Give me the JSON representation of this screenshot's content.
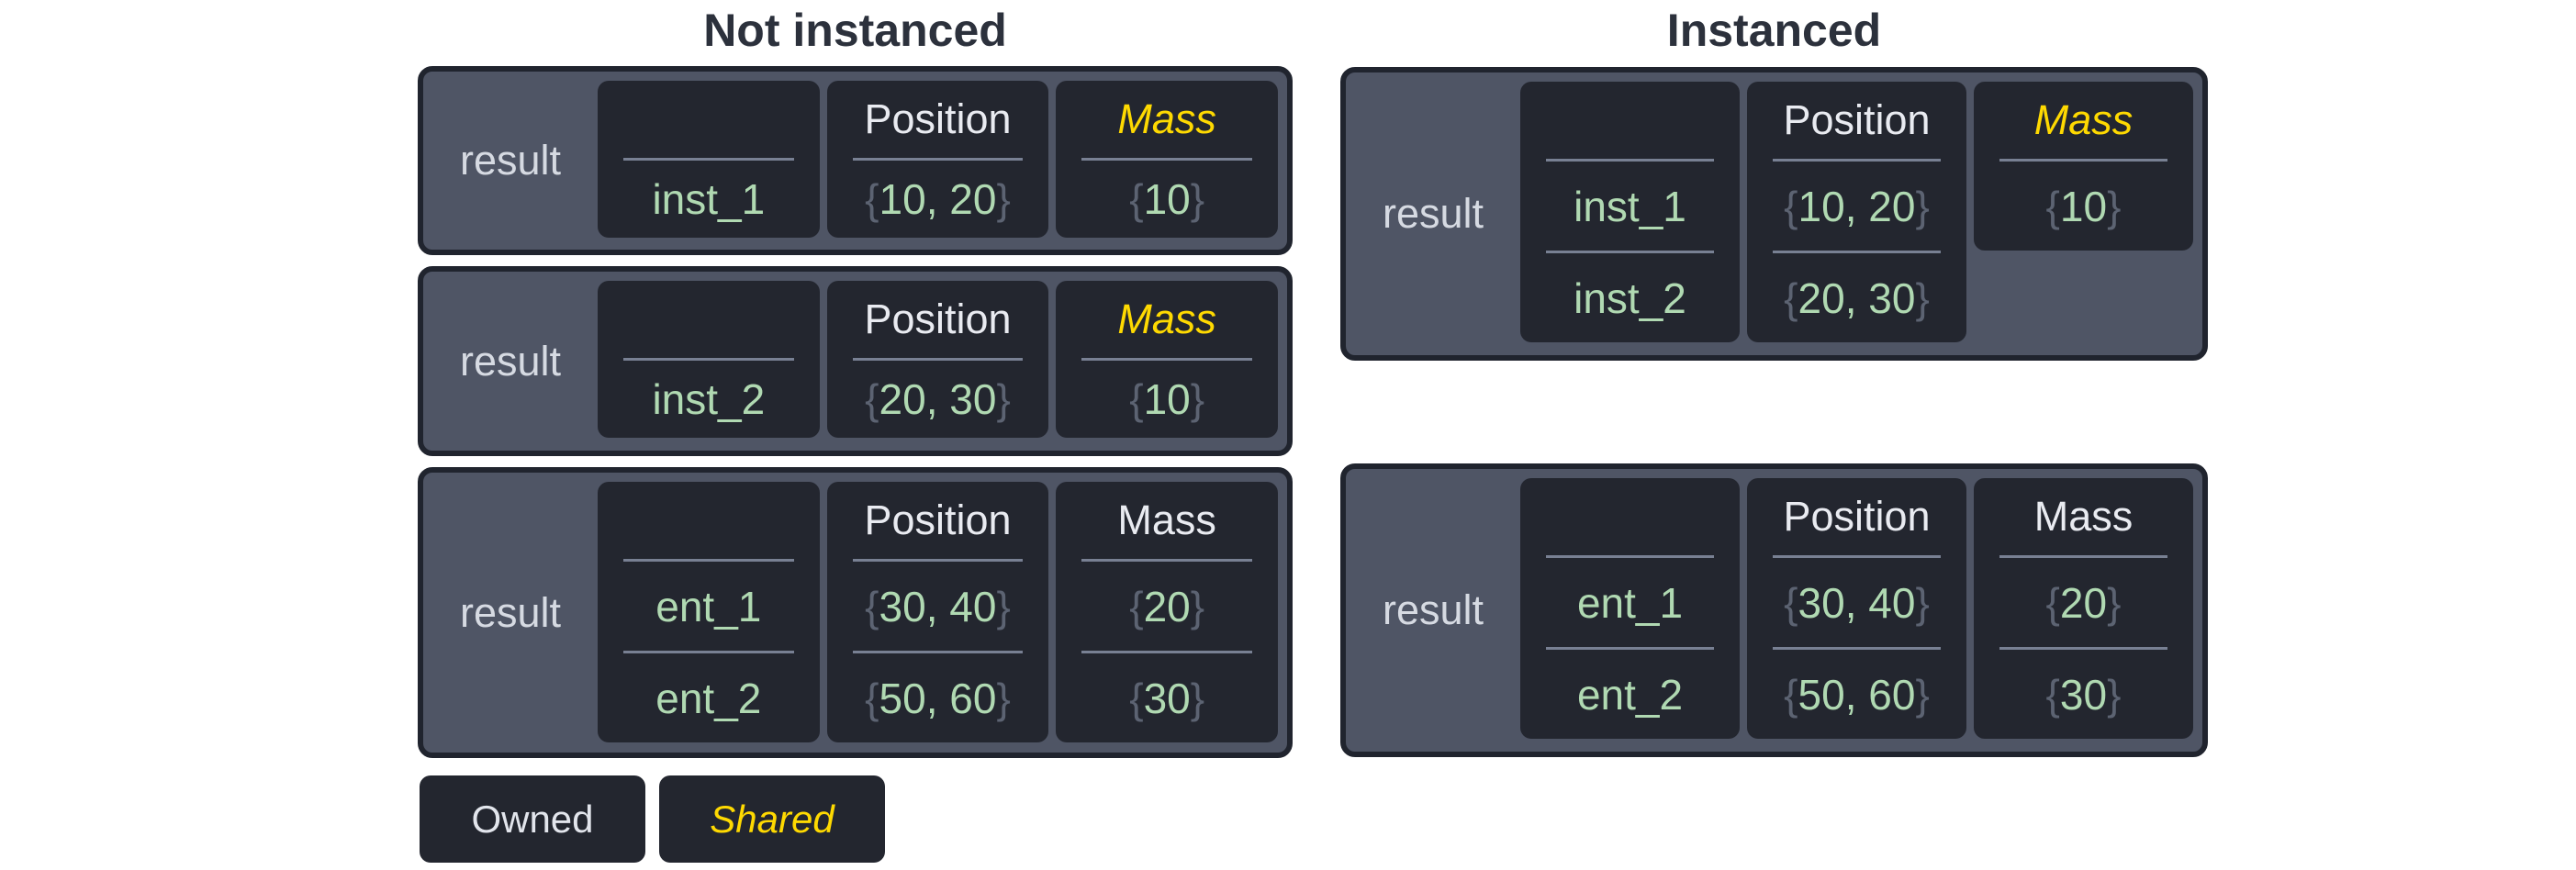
{
  "syntax": {
    "open_brace": "{",
    "close_brace": "}"
  },
  "colors": {
    "title_text": "#2c313c",
    "outer_border": "#20242e",
    "outer_bg": "#4f5565",
    "cell_bg": "#23262f",
    "header_text": "#e9ebf1",
    "result_text": "#d6dae2",
    "owned_green": "#b0d9b2",
    "shared_yellow": "#fed901",
    "brace_gray": "#5c6372",
    "separator": "#788093",
    "legend_bg": "#23262f",
    "legend_text": "#e2e5ec"
  },
  "sections": [
    {
      "title": "Not instanced",
      "tables": [
        {
          "result_label": "result",
          "columns": [
            {
              "header": "",
              "shared": false,
              "braced": false,
              "values": [
                "inst_1"
              ]
            },
            {
              "header": "Position",
              "shared": false,
              "braced": true,
              "values": [
                "10, 20"
              ]
            },
            {
              "header": "Mass",
              "shared": true,
              "braced": true,
              "values": [
                "10"
              ]
            }
          ]
        },
        {
          "result_label": "result",
          "columns": [
            {
              "header": "",
              "shared": false,
              "braced": false,
              "values": [
                "inst_2"
              ]
            },
            {
              "header": "Position",
              "shared": false,
              "braced": true,
              "values": [
                "20, 30"
              ]
            },
            {
              "header": "Mass",
              "shared": true,
              "braced": true,
              "values": [
                "10"
              ]
            }
          ]
        },
        {
          "result_label": "result",
          "columns": [
            {
              "header": "",
              "shared": false,
              "braced": false,
              "values": [
                "ent_1",
                "ent_2"
              ]
            },
            {
              "header": "Position",
              "shared": false,
              "braced": true,
              "values": [
                "30, 40",
                "50, 60"
              ]
            },
            {
              "header": "Mass",
              "shared": false,
              "braced": true,
              "values": [
                "20",
                "30"
              ]
            }
          ]
        }
      ]
    },
    {
      "title": "Instanced",
      "tables": [
        {
          "result_label": "result",
          "columns": [
            {
              "header": "",
              "shared": false,
              "braced": false,
              "values": [
                "inst_1",
                "inst_2"
              ]
            },
            {
              "header": "Position",
              "shared": false,
              "braced": true,
              "values": [
                "10, 20",
                "20, 30"
              ]
            },
            {
              "header": "Mass",
              "shared": true,
              "braced": true,
              "values": [
                "10"
              ]
            }
          ]
        },
        {
          "result_label": "result",
          "columns": [
            {
              "header": "",
              "shared": false,
              "braced": false,
              "values": [
                "ent_1",
                "ent_2"
              ]
            },
            {
              "header": "Position",
              "shared": false,
              "braced": true,
              "values": [
                "30, 40",
                "50, 60"
              ]
            },
            {
              "header": "Mass",
              "shared": false,
              "braced": true,
              "values": [
                "20",
                "30"
              ]
            }
          ]
        }
      ]
    }
  ],
  "legend": {
    "owned_label": "Owned",
    "shared_label": "Shared"
  }
}
